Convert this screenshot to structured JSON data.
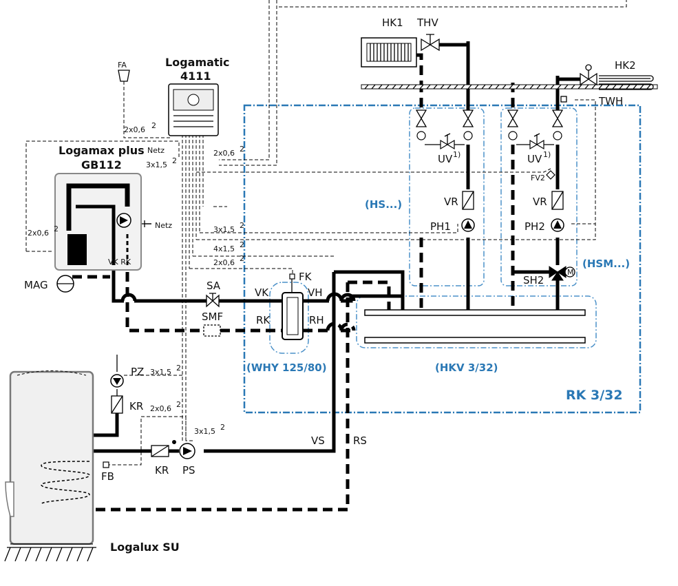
{
  "title": {
    "logamatic_line1": "Logamatic",
    "logamatic_line2": "4111",
    "logamax_line1": "Logamax plus",
    "logamax_line2": "GB112",
    "logalux": "Logalux SU"
  },
  "labels": {
    "fa": "FA",
    "netz_boiler": "Netz",
    "netz_supply": "Netz",
    "vk_rk": "VK RK",
    "mag": "MAG",
    "sa": "SA",
    "smf": "SMF",
    "vk": "VK",
    "rk": "RK",
    "vh": "VH",
    "rh": "RH",
    "fk": "FK",
    "hk1": "HK1",
    "thv": "THV",
    "hk2": "HK2",
    "twh": "TWH",
    "uv1": "UV",
    "uv2": "UV",
    "uv_sup": "1)",
    "fv2": "FV2",
    "vr1": "VR",
    "vr2": "VR",
    "ph1": "PH1",
    "ph2": "PH2",
    "sh2": "SH2",
    "pz": "PZ",
    "kr1": "KR",
    "kr2": "KR",
    "ps": "PS",
    "fb": "FB",
    "vs": "VS",
    "rs": "RS"
  },
  "modules": {
    "hs": "(HS...)",
    "hsm": "(HSM...)",
    "why": "(WHY 125/80)",
    "hkv": "(HKV 3/32)",
    "rk": "RK 3/32"
  },
  "cables": {
    "c1": "2x0,6",
    "c2": "3x1,5",
    "c3": "2x0,6",
    "c4": "2x0,6",
    "c5": "3x1,5",
    "c6": "4x1,5",
    "c7": "2x0,6",
    "c8": "3x1,5",
    "c9": "2x0,6",
    "c10": "3x1,5",
    "sup": "2"
  },
  "colors": {
    "module_blue": "#2a78b5",
    "pipe": "#000000"
  }
}
